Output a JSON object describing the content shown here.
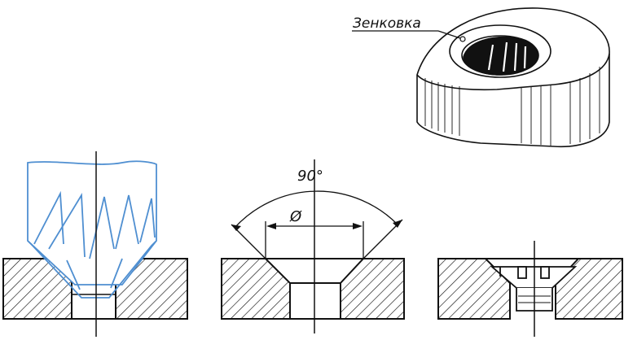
{
  "callout_label": "Зенковка",
  "angle_label": "90°",
  "diameter_label": "Ø",
  "colors": {
    "ink": "#111111",
    "tool": "#4f8fd1"
  },
  "panels": [
    "countersink-tool-in-workpiece",
    "countersunk-hole-dimensioned",
    "screw-in-countersunk-hole"
  ]
}
